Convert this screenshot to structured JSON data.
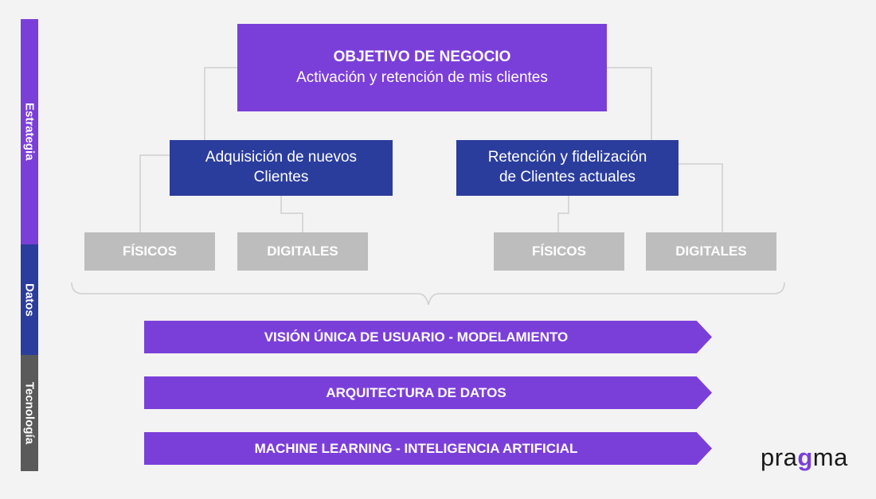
{
  "sidebar": {
    "sections": [
      {
        "label": "Estrategia",
        "color": "#7b3fd9"
      },
      {
        "label": "Datos",
        "color": "#2b3d9c"
      },
      {
        "label": "Tecnología",
        "color": "#5a5a5a"
      }
    ]
  },
  "objective": {
    "title": "OBJETIVO DE NEGOCIO",
    "subtitle": "Activación y retención de mis clientes"
  },
  "branches": [
    {
      "line1": "Adquisición de nuevos",
      "line2": "Clientes",
      "children": [
        "FÍSICOS",
        "DIGITALES"
      ]
    },
    {
      "line1": "Retención y fidelización",
      "line2": "de Clientes actuales",
      "children": [
        "FÍSICOS",
        "DIGITALES"
      ]
    }
  ],
  "layers": [
    "VISIÓN ÚNICA DE USUARIO - MODELAMIENTO",
    "ARQUITECTURA DE DATOS",
    "MACHINE LEARNING - INTELIGENCIA ARTIFICIAL"
  ],
  "logo": {
    "part1": "pra",
    "part2": "g",
    "part3": "ma"
  },
  "colors": {
    "purple": "#7b3fd9",
    "blue": "#2b3d9c",
    "gray_box": "#bdbdbd",
    "dark_gray": "#5a5a5a"
  }
}
